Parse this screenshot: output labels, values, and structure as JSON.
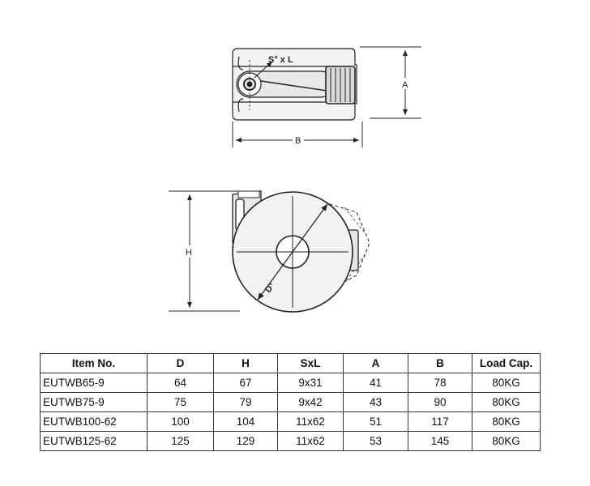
{
  "diagram": {
    "top_view": {
      "label_slot": "S° x L",
      "label_a": "A",
      "label_b": "B"
    },
    "side_view": {
      "label_h": "H",
      "label_d": "D°"
    }
  },
  "table": {
    "headers": [
      "Item No.",
      "D",
      "H",
      "SxL",
      "A",
      "B",
      "Load Cap."
    ],
    "rows": [
      [
        "EUTWB65-9",
        "64",
        "67",
        "9x31",
        "41",
        "78",
        "80KG"
      ],
      [
        "EUTWB75-9",
        "75",
        "79",
        "9x42",
        "43",
        "90",
        "80KG"
      ],
      [
        "EUTWB100-62",
        "100",
        "104",
        "11x62",
        "51",
        "117",
        "80KG"
      ],
      [
        "EUTWB125-62",
        "125",
        "129",
        "11x62",
        "53",
        "145",
        "80KG"
      ]
    ]
  },
  "colors": {
    "line": "#222222",
    "fill": "#f4f4f4"
  }
}
